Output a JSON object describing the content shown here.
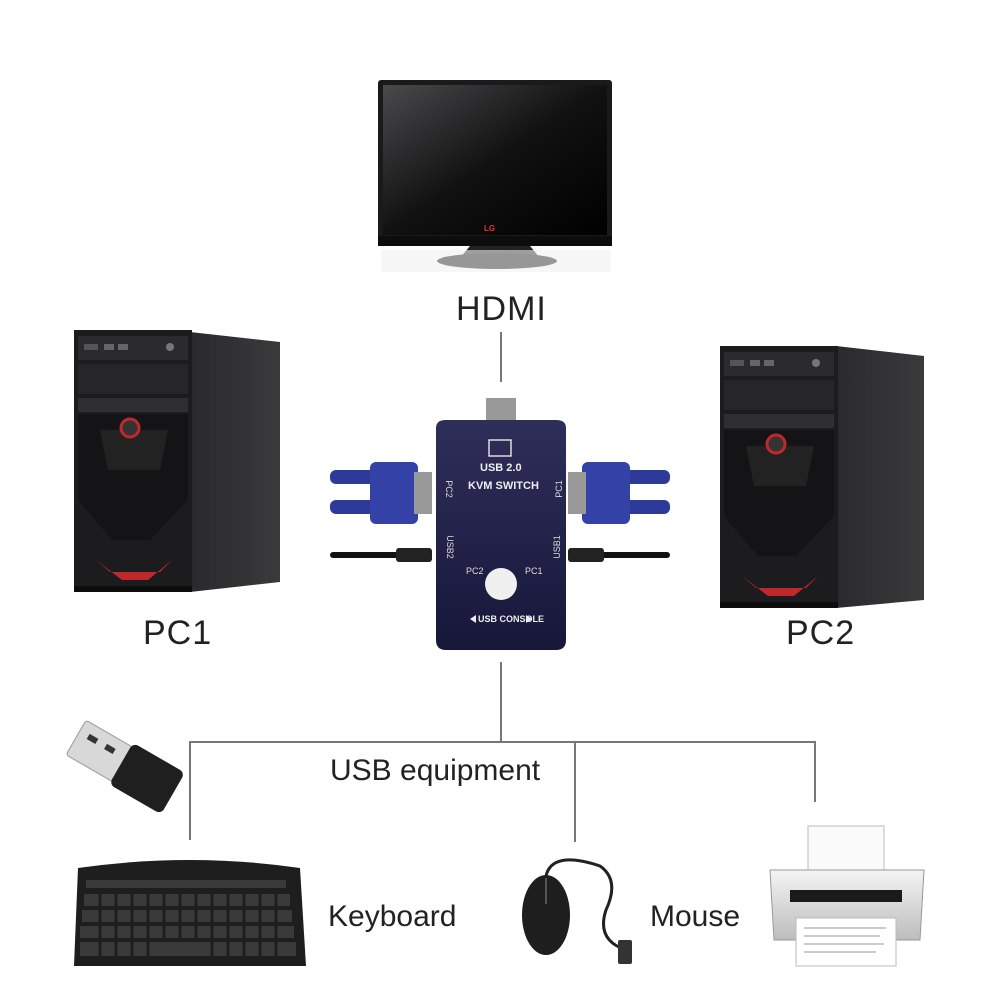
{
  "labels": {
    "hdmi": "HDMI",
    "pc1": "PC1",
    "pc2": "PC2",
    "usb_equipment": "USB equipment",
    "keyboard": "Keyboard",
    "mouse": "Mouse"
  },
  "switch": {
    "line1": "USB 2.0",
    "line2": "KVM SWITCH",
    "port_pc1": "PC1",
    "port_pc2": "PC2",
    "port_usb1": "USB1",
    "port_usb2": "USB2",
    "btn_pc1": "PC1",
    "btn_pc2": "PC2",
    "console": "USB CONSOLE"
  },
  "monitor": {
    "brand": "LG"
  },
  "colors": {
    "line": "#777777",
    "case_dark": "#1c1c1e",
    "accent_red": "#c0282c",
    "cable_blue": "#2d3a9a",
    "switch_body": "#23234a"
  }
}
